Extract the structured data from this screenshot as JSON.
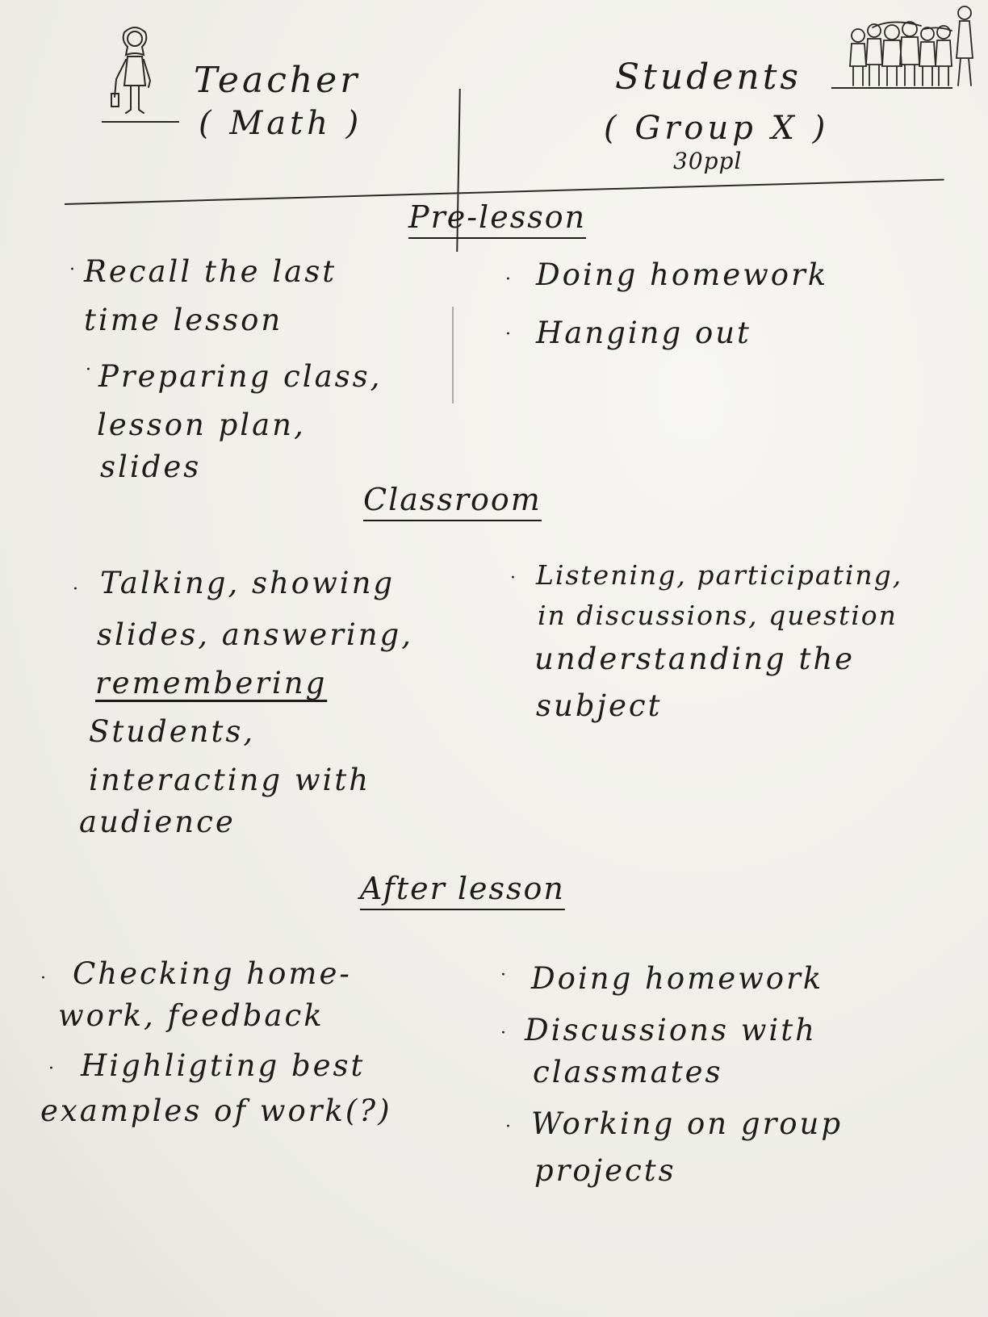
{
  "header": {
    "teacher_title": "Teacher",
    "teacher_subject": "( Math )",
    "students_title": "Students",
    "students_group": "( Group X )",
    "students_count": "30ppl"
  },
  "sections": {
    "pre_lesson": {
      "heading": "Pre-lesson",
      "teacher": [
        [
          "Recall the last",
          "time lesson"
        ],
        [
          "Preparing class,",
          "lesson plan,",
          "slides"
        ]
      ],
      "students": [
        [
          "Doing homework"
        ],
        [
          "Hanging out"
        ]
      ]
    },
    "classroom": {
      "heading": "Classroom",
      "teacher": [
        [
          "Talking, showing",
          "slides, answering,",
          "remembering",
          "Students,",
          "interacting with",
          "audience"
        ]
      ],
      "students": [
        [
          "Listening, participating,",
          "in discussions, question",
          "understanding the",
          "subject"
        ]
      ]
    },
    "after_lesson": {
      "heading": "After lesson",
      "teacher": [
        [
          "Checking home-",
          "work, feedback"
        ],
        [
          "Highligting best",
          "examples of work(?)"
        ]
      ],
      "students": [
        [
          "Doing homework"
        ],
        [
          "Discussions with",
          "classmates"
        ],
        [
          "Working on group",
          "projects"
        ]
      ]
    }
  },
  "icons": {
    "teacher_figure": "person-icon",
    "students_group": "people-group-icon"
  }
}
